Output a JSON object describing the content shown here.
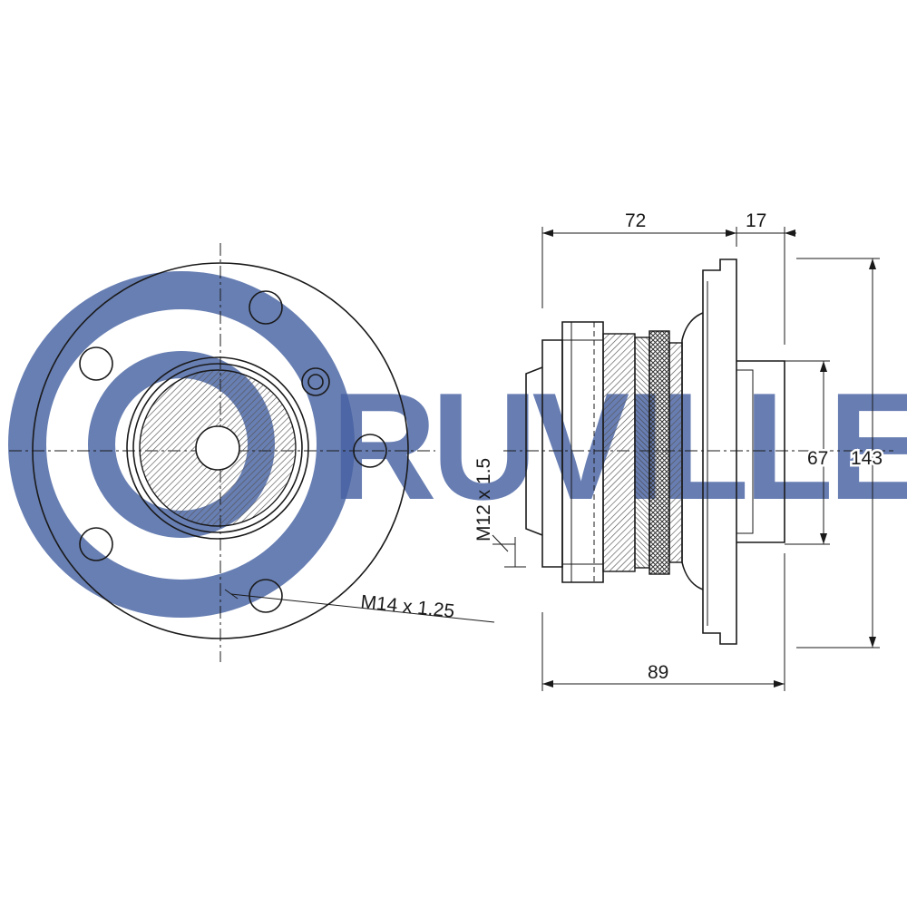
{
  "watermark": {
    "text": "RUVILLE",
    "color": "#3d5a9e"
  },
  "labels": {
    "dim_72": "72",
    "dim_17": "17",
    "dim_67": "67",
    "dim_143": "143",
    "dim_89": "89",
    "thread_m12": "M12 x 1.5",
    "thread_m14": "M14 x 1.25"
  },
  "colors": {
    "line": "#1a1a1a",
    "hatch": "#555555"
  }
}
